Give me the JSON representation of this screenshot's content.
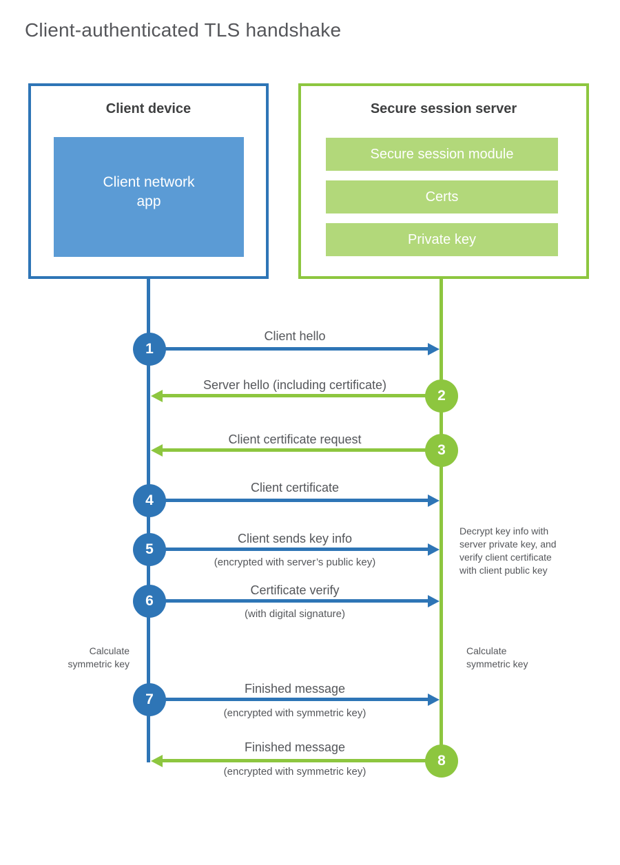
{
  "title": "Client-authenticated TLS handshake",
  "colors": {
    "blue": "#2e75b6",
    "blue_fill": "#5b9bd5",
    "green": "#8dc63f",
    "green_fill": "#b2d87a",
    "heading_text": "#3f4041",
    "label_text": "#54565a"
  },
  "client": {
    "title": "Client device",
    "app_label": "Client network\napp"
  },
  "server": {
    "title": "Secure session server",
    "modules": [
      "Secure session module",
      "Certs",
      "Private key"
    ]
  },
  "messages": [
    {
      "num": "1",
      "from": "client",
      "label": "Client hello",
      "sub": ""
    },
    {
      "num": "2",
      "from": "server",
      "label": "Server hello (including certificate)",
      "sub": ""
    },
    {
      "num": "3",
      "from": "server",
      "label": "Client certificate request",
      "sub": ""
    },
    {
      "num": "4",
      "from": "client",
      "label": "Client certificate",
      "sub": ""
    },
    {
      "num": "5",
      "from": "client",
      "label": "Client sends key info",
      "sub": "(encrypted with server’s public key)"
    },
    {
      "num": "6",
      "from": "client",
      "label": "Certificate verify",
      "sub": "(with digital signature)"
    },
    {
      "num": "7",
      "from": "client",
      "label": "Finished message",
      "sub": "(encrypted with symmetric key)"
    },
    {
      "num": "8",
      "from": "server",
      "label": "Finished message",
      "sub": "(encrypted with symmetric key)"
    }
  ],
  "notes": {
    "decrypt": "Decrypt key info with\nserver private key, and\nverify client certificate\nwith client public key",
    "calc_left": "Calculate\nsymmetric key",
    "calc_right": "Calculate\nsymmetric key"
  }
}
